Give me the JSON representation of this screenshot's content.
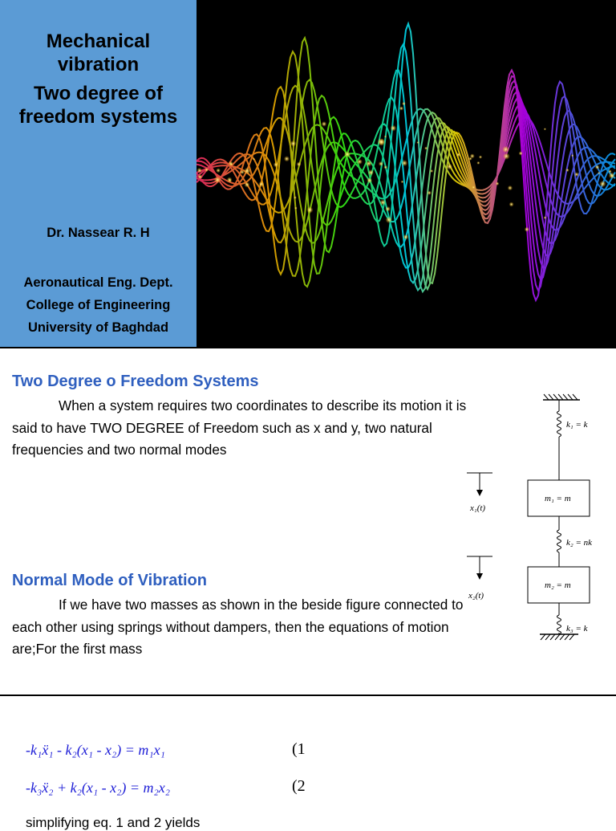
{
  "slide1": {
    "title_line1": "Mechanical",
    "title_line2": "vibration",
    "title_line3": "Two degree of",
    "title_line4": "freedom systems",
    "author": "Dr. Nassear R. H",
    "dept": "Aeronautical Eng. Dept.",
    "college": "College of Engineering",
    "university": "University of Baghdad",
    "panel_color": "#5b9bd5"
  },
  "slide2": {
    "heading1": "Two Degree o Freedom Systems",
    "para1": "When a system requires two coordinates to describe its motion it is said to have TWO DEGREE of Freedom such as x and y, two natural frequencies and two normal modes",
    "heading2": "Normal Mode of Vibration",
    "para2": "If we have two masses as shown in the beside figure connected to each other using springs without dampers, then the equations of motion are;For the first mass",
    "heading_color": "#2f5fbf",
    "diagram": {
      "k1": "k₁ = k",
      "m1": "m₁ = m",
      "k2": "k₂ = nk",
      "m2": "m₂ = m",
      "k3": "k₃ = k",
      "x1": "x₁(t)",
      "x2": "x₂(t)"
    }
  },
  "slide3": {
    "eq1": "-k₁ẍ₁ - k₂(x₁ - x₂) = m₁x₁",
    "eq1_num": "(1",
    "eq2": "-k₃ẍ₂ + k₂(x₁ - x₂) = m₂x₂",
    "eq2_num": "(2",
    "cut_text": "simplifying eq. 1 and 2 yields",
    "eq_color": "#1b1bd6"
  }
}
